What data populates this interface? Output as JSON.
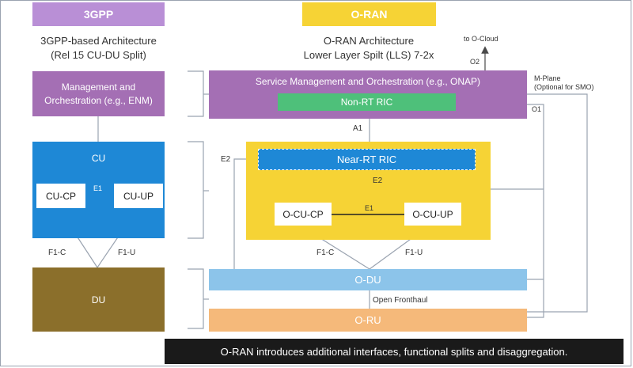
{
  "colors": {
    "purple_header": "#b98fd6",
    "gold": "#f6d335",
    "purple": "#a46fb4",
    "green": "#4ec07a",
    "blue": "#1e88d6",
    "olive": "#8b6f2b",
    "light_blue": "#8cc4ea",
    "peach": "#f5b97a",
    "footer": "#1a1a1a",
    "line": "#9aa3b0"
  },
  "headers": {
    "left": "3GPP",
    "right": "O-RAN"
  },
  "subtitles": {
    "left_line1": "3GPP-based Architecture",
    "left_line2": "(Rel 15 CU-DU Split)",
    "right_line1": "O-RAN Architecture",
    "right_line2": "Lower Layer Spilt (LLS) 7-2x"
  },
  "left": {
    "mgmt_line1": "Management and",
    "mgmt_line2": "Orchestration (e.g., ENM)",
    "cu": "CU",
    "cu_cp": "CU-CP",
    "cu_up": "CU-UP",
    "e1": "E1",
    "f1c": "F1-C",
    "f1u": "F1-U",
    "du": "DU"
  },
  "right": {
    "smo": "Service Management and Orchestration (e.g., ONAP)",
    "non_rt_ric": "Non-RT RIC",
    "near_rt_ric": "Near-RT RIC",
    "o_cu_cp": "O-CU-CP",
    "o_cu_up": "O-CU-UP",
    "e1": "E1",
    "e2_inner": "E2",
    "e2_outer": "E2",
    "a1": "A1",
    "f1c": "F1-C",
    "f1u": "F1-U",
    "o_du": "O-DU",
    "open_fronthaul": "Open Fronthaul",
    "o_ru": "O-RU",
    "to_ocloud": "to O-Cloud",
    "o2": "O2",
    "o1": "O1",
    "mplane_line1": "M-Plane",
    "mplane_line2": "(Optional for SMO)"
  },
  "footer": "O-RAN introduces additional interfaces, functional splits and disaggregation."
}
